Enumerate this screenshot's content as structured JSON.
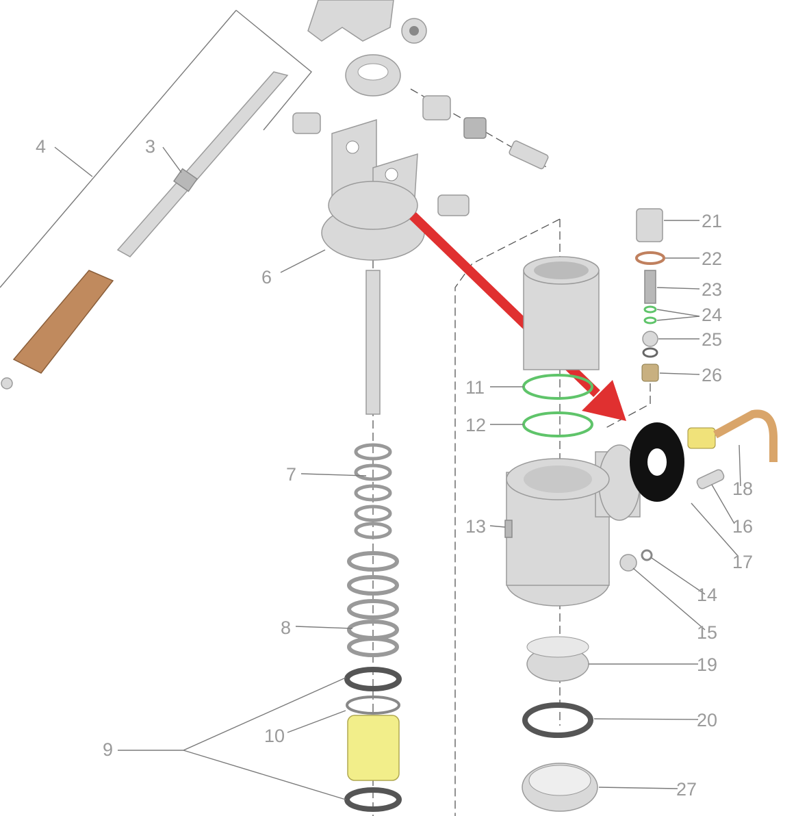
{
  "diagram": {
    "title": "Exploded view of lever espresso group",
    "labels": {
      "p3": "3",
      "p4": "4",
      "p6": "6",
      "p7": "7",
      "p8": "8",
      "p9": "9",
      "p10": "10",
      "p11": "11",
      "p12": "12",
      "p13": "13",
      "p14": "14",
      "p15": "15",
      "p16": "16",
      "p17": "17",
      "p18": "18",
      "p19": "19",
      "p20": "20",
      "p21": "21",
      "p22": "22",
      "p23": "23",
      "p24": "24",
      "p25": "25",
      "p26": "26",
      "p27": "27"
    },
    "colors": {
      "highlight_arrow": "#e03030",
      "gasket": "#111111",
      "oring": "#5fc46a",
      "handle_wood": "#c08a5e",
      "piston_seal": "#f2ee8a",
      "pipe_copper": "#d9a56a",
      "fitting_brass": "#f0e27a"
    }
  }
}
